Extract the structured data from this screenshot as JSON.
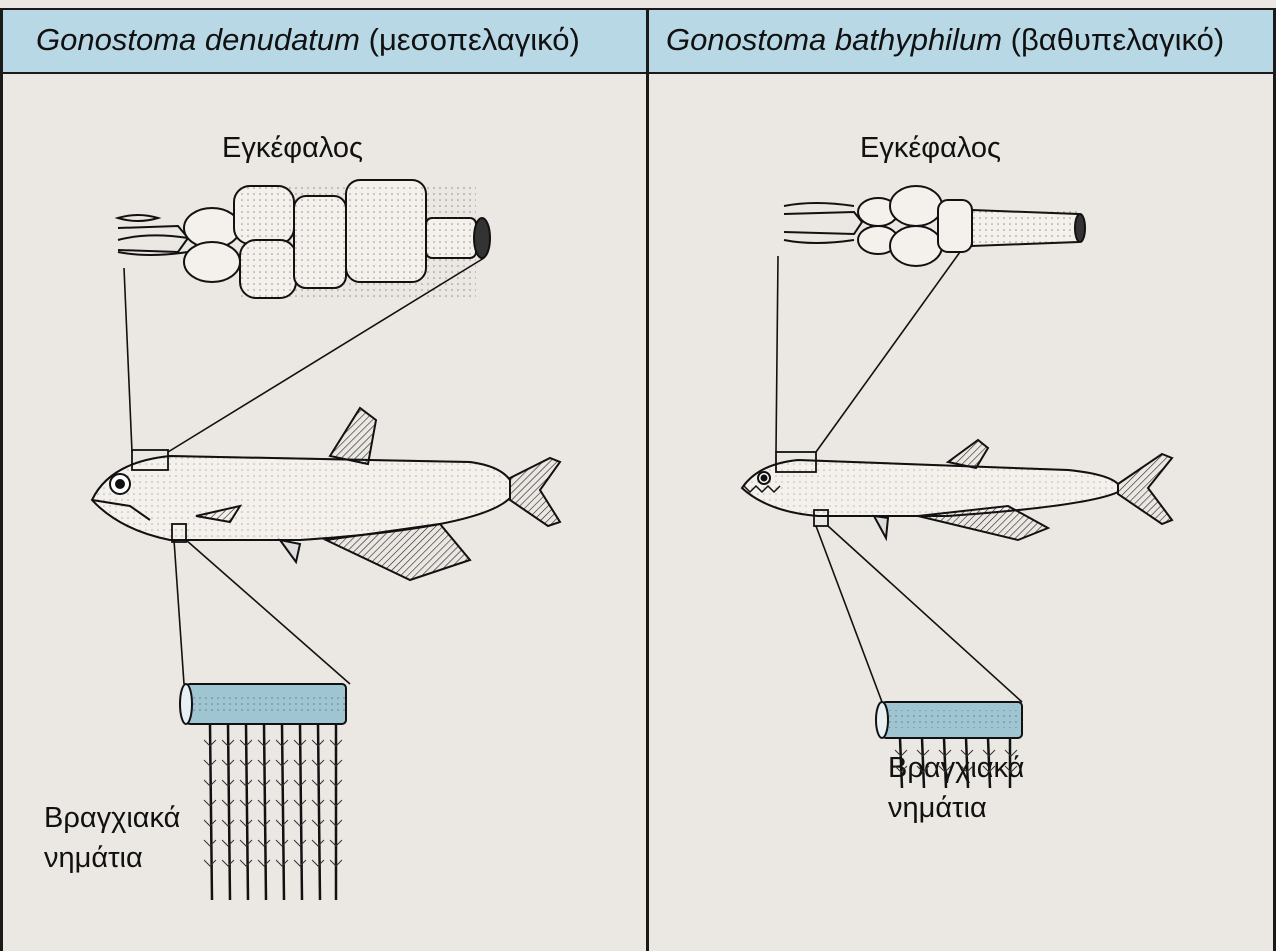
{
  "panels": {
    "left": {
      "species": "Gonostoma denudatum",
      "habitat": "(μεσοπελαγικό)",
      "brain_label": "Εγκέφαλος",
      "gill_label_line1": "Βραγχιακά",
      "gill_label_line2": "νημάτια"
    },
    "right": {
      "species": "Gonostoma bathyphilum",
      "habitat": "(βαθυπελαγικό)",
      "brain_label": "Εγκέφαλος",
      "gill_label_line1": "Βραγχιακά",
      "gill_label_line2": "νημάτια"
    }
  },
  "colors": {
    "header_bg": "#b8d8e6",
    "page_bg": "#ebe7e2",
    "ink": "#111111",
    "gill_band": "#9fc4d2"
  }
}
